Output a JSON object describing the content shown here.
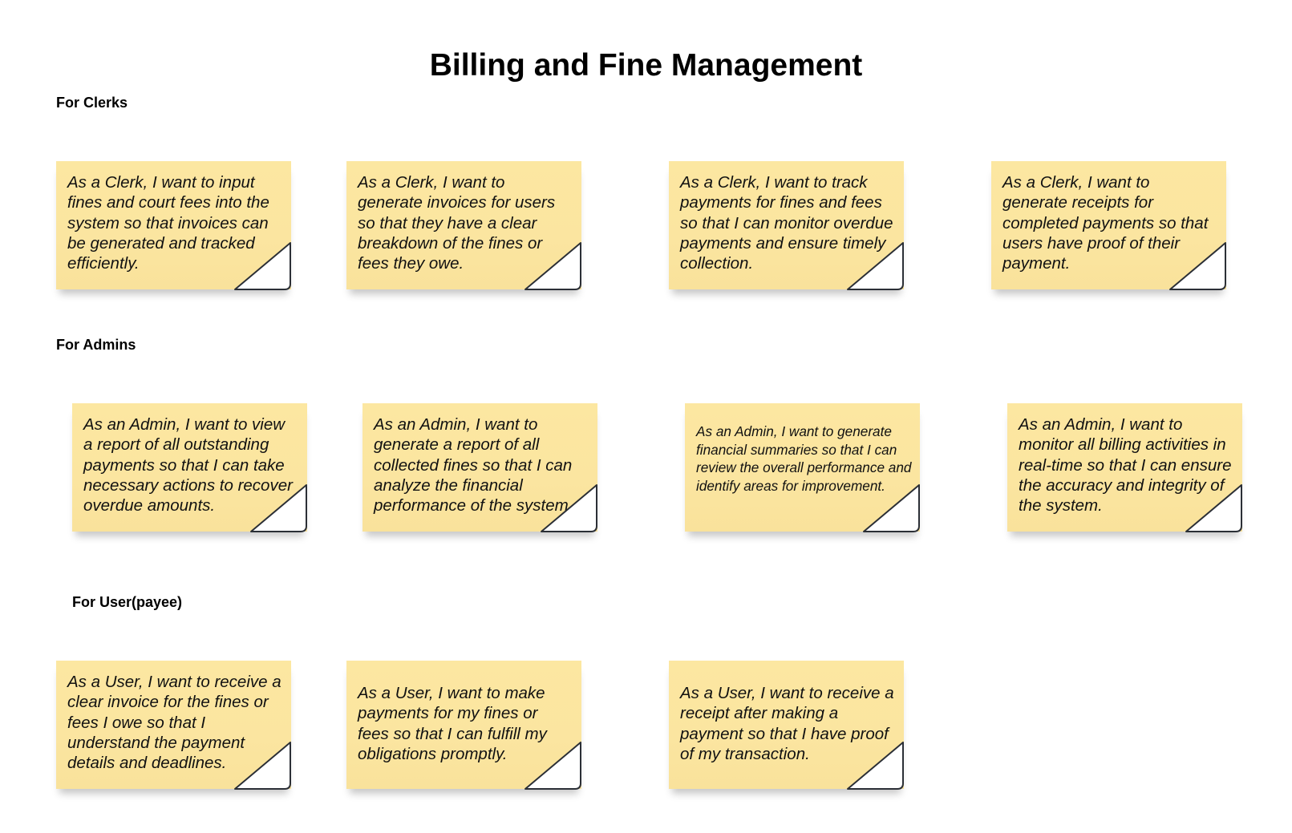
{
  "title": "Billing and Fine Management",
  "colors": {
    "note_fill": "#fce7a1",
    "fold_fill": "#ffffff",
    "fold_stroke": "#2b2f36",
    "text": "#111111"
  },
  "sections": [
    {
      "label": "For Clerks",
      "notes": [
        "As a Clerk, I want to input fines and court fees into the system so that invoices can be generated and tracked efficiently.",
        "As a Clerk, I want to generate invoices for users so that they have a clear breakdown of the fines or fees they owe.",
        "As a Clerk, I want to track payments for fines and fees so that I can monitor overdue payments and ensure timely collection.",
        "As a Clerk, I want to generate receipts for completed payments so that users have proof of their payment."
      ]
    },
    {
      "label": "For Admins",
      "notes": [
        "As an Admin, I want to view a report of all outstanding payments so that I can take necessary actions to recover overdue amounts.",
        "As an Admin, I want to generate a report of all collected fines so that I can analyze the financial performance of the system.",
        "As an Admin, I want to generate financial summaries so that I can review the overall performance and identify areas for improvement.",
        "As an Admin, I want to monitor all billing activities in real-time so that I can ensure the accuracy and integrity of the system."
      ]
    },
    {
      "label": "For User(payee)",
      "notes": [
        "As a User, I want to receive a clear invoice for the fines or fees I owe so that I understand the payment details and deadlines.",
        "As a User, I want to make payments for my fines or fees so that I can fulfill my obligations promptly.",
        "As a User, I want to receive a receipt after making a payment so that I have proof of my transaction."
      ]
    }
  ]
}
